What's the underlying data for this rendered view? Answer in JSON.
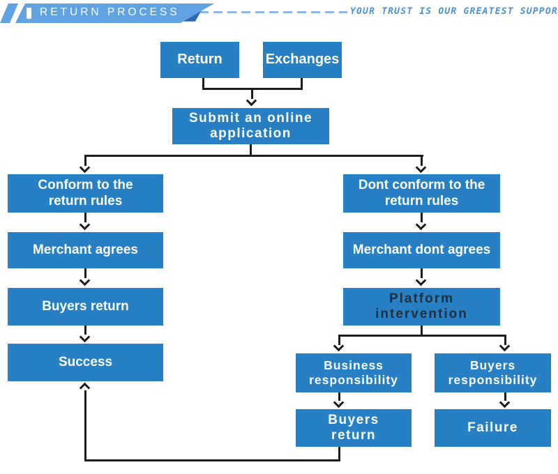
{
  "header": {
    "title": "RETURN PROCESS",
    "slogan": "YOUR TRUST IS OUR GREATEST SUPPORT"
  },
  "colors": {
    "box_blue": "#2880c4",
    "banner_blue": "#61a3e2",
    "banner_fold": "#2e6ab2",
    "dash_blue": "#8fb6e6",
    "slogan_blue": "#4b92d6",
    "line_dark": "#1d1d1d",
    "dark_label": "#1f2e3e",
    "text_white": "#fbfdff"
  },
  "nodes": {
    "return": {
      "label": "Return"
    },
    "exchanges": {
      "label": "Exchanges"
    },
    "submit": {
      "label": "Submit an online application"
    },
    "conform": {
      "label": "Conform to the return rules"
    },
    "dont_conform": {
      "label": "Dont conform to the return rules"
    },
    "merchant_agrees": {
      "label": "Merchant agrees"
    },
    "merchant_dont_agrees": {
      "label": "Merchant dont agrees"
    },
    "buyers_return": {
      "label": "Buyers return"
    },
    "platform_intervention": {
      "label": "Platform intervention"
    },
    "success": {
      "label": "Success"
    },
    "business_responsibility": {
      "label": "Business responsibility"
    },
    "buyers_responsibility": {
      "label": "Buyers responsibility"
    },
    "buyers_return_2": {
      "label": "Buyers return"
    },
    "failure": {
      "label": "Failure"
    }
  }
}
